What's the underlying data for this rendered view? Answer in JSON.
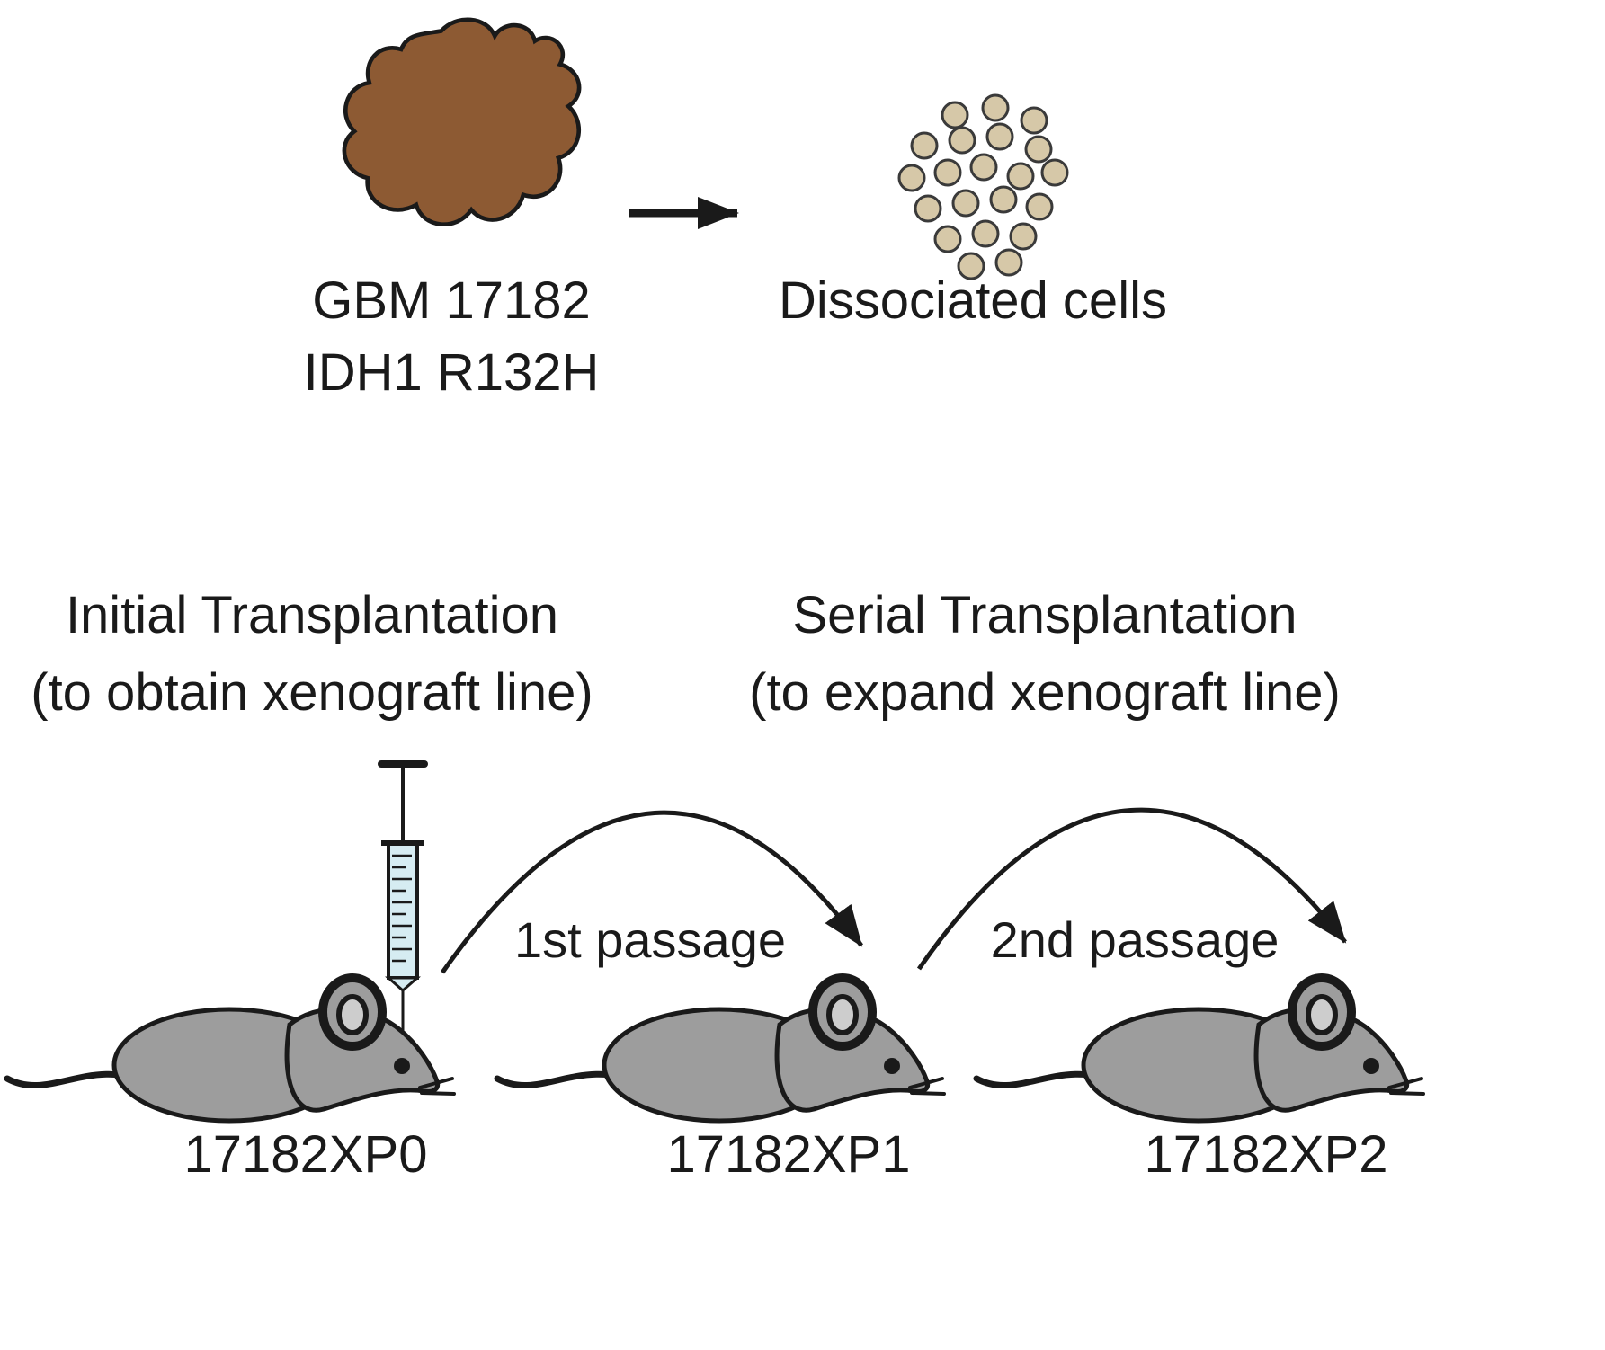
{
  "source_tumor": {
    "line1": "GBM 17182",
    "line2": "IDH1 R132H"
  },
  "dissociated_cells_label": "Dissociated cells",
  "initial_transplantation": {
    "title": "Initial Transplantation",
    "subtitle": "(to obtain xenograft line)"
  },
  "serial_transplantation": {
    "title": "Serial Transplantation",
    "subtitle": "(to expand xenograft line)"
  },
  "passages": {
    "first": "1st passage",
    "second": "2nd passage"
  },
  "mice": {
    "xp0": "17182XP0",
    "xp1": "17182XP1",
    "xp2": "17182XP2"
  },
  "colors": {
    "tumor_fill": "#8d5a33",
    "cell_fill": "#d6c8a8",
    "cell_outline": "#3a3a3a",
    "mouse_body": "#9d9d9d",
    "mouse_ear_inner": "#cdcdcd",
    "syringe_fill": "#d6ecf2",
    "line_color": "#1a1a1a"
  }
}
